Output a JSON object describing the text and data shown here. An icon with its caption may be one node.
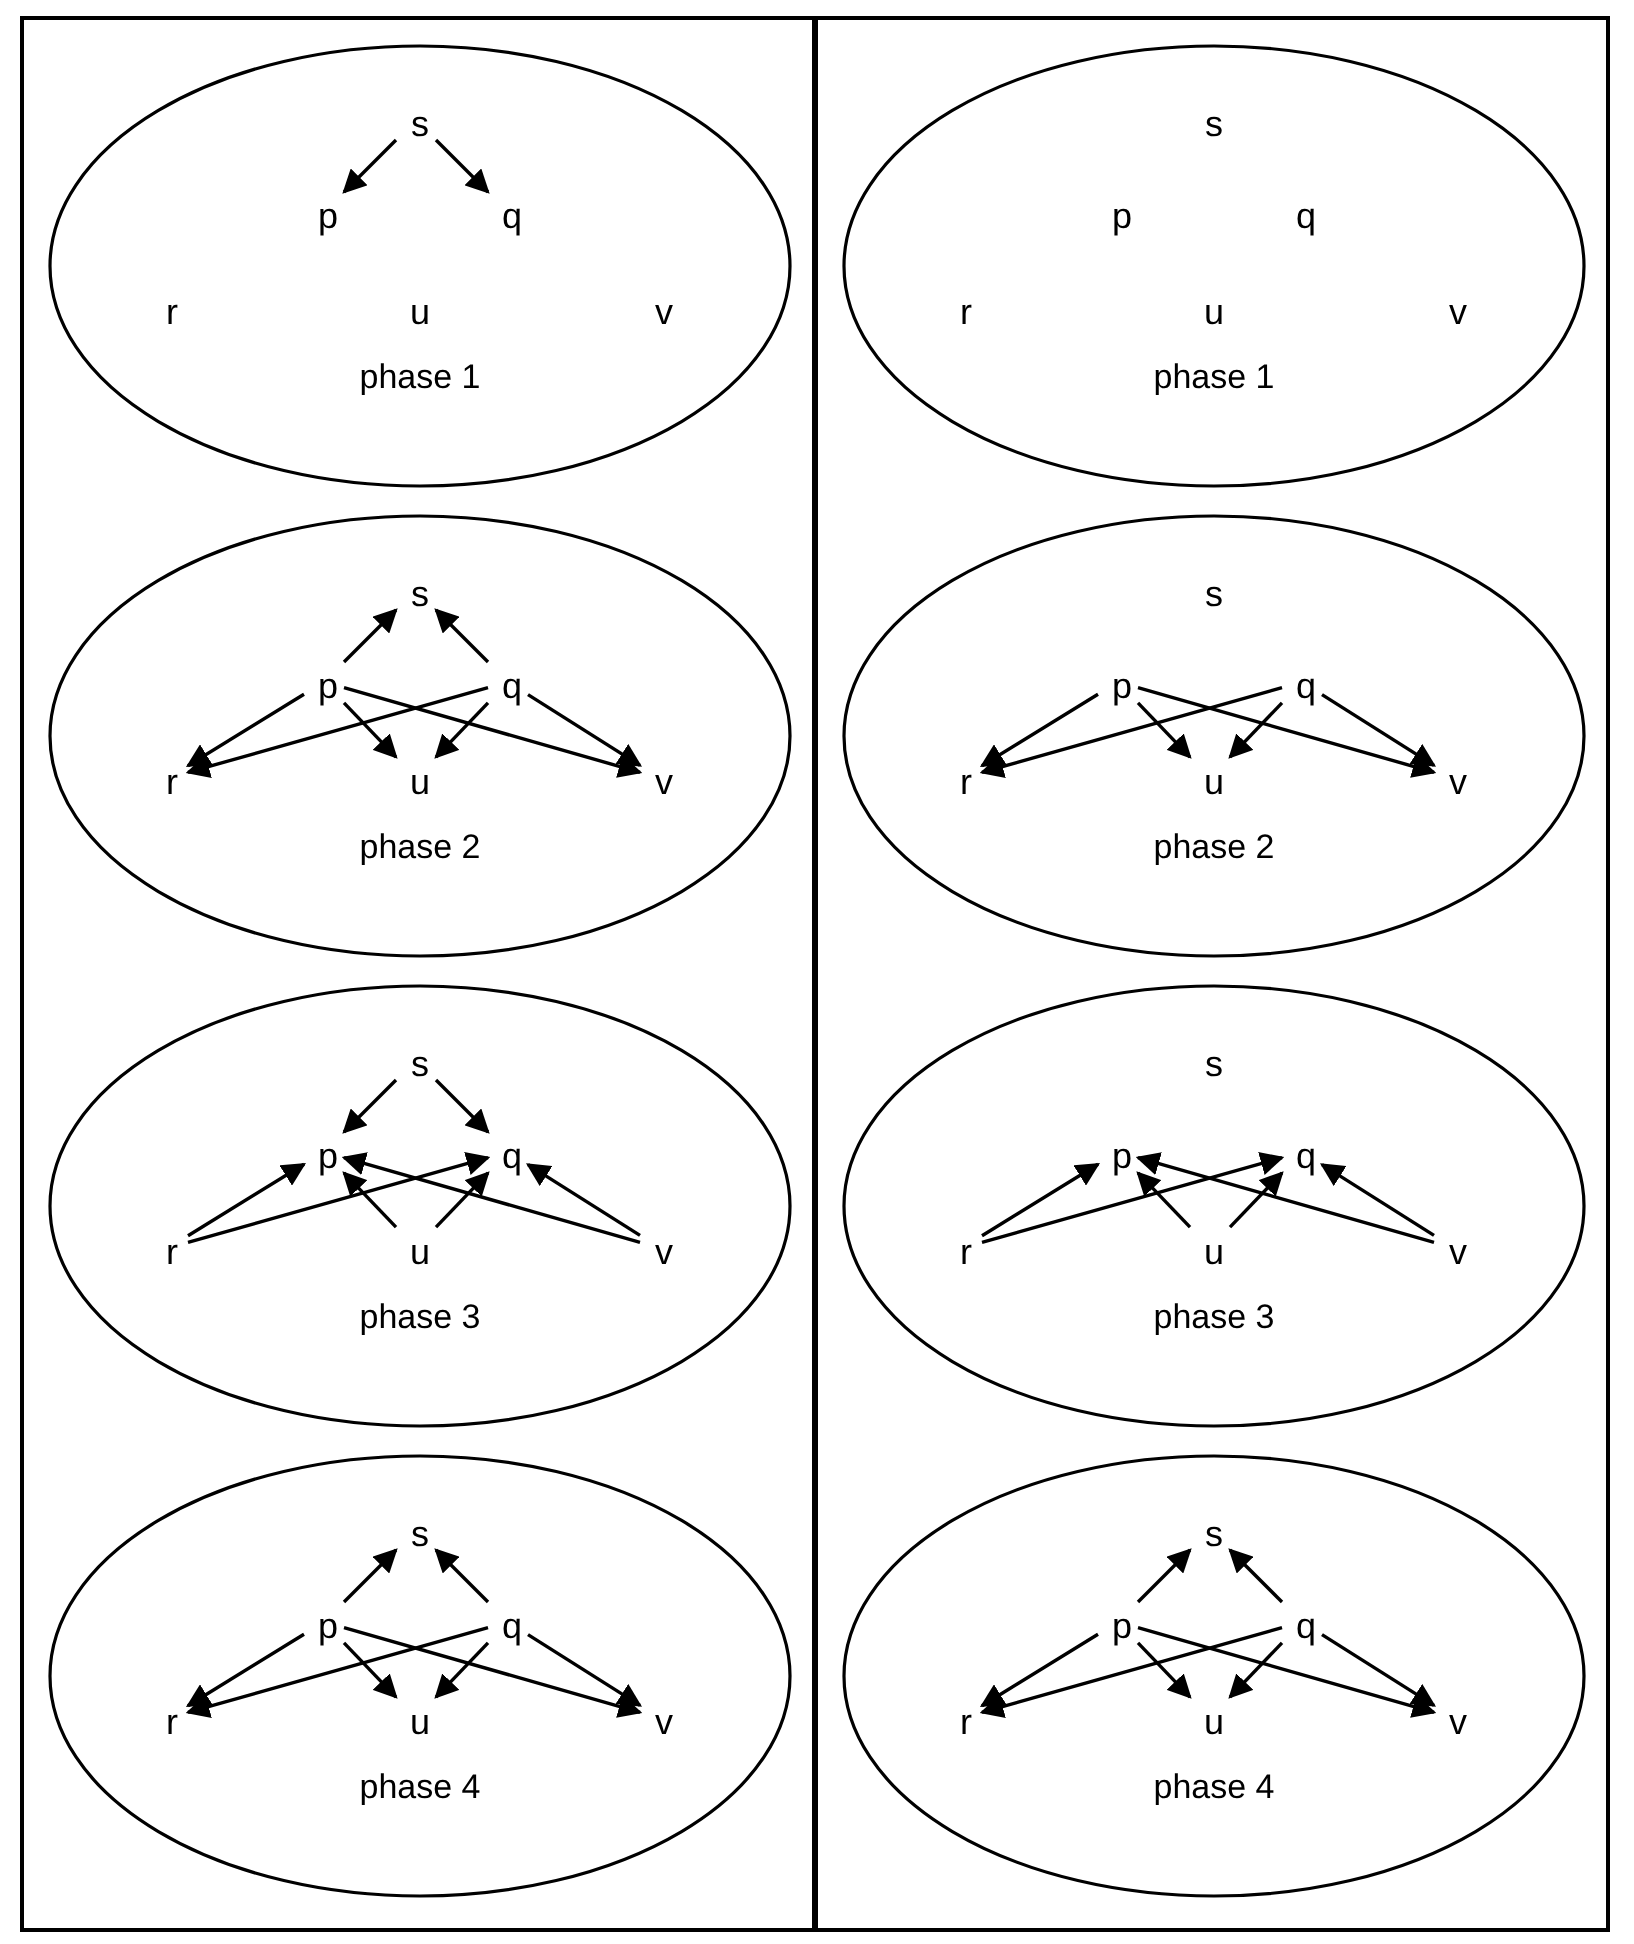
{
  "diagram": {
    "nodes": [
      {
        "text": [],
        "shape": "box"
      },
      {
        "text": [
          "phase 1"
        ],
        "in": 0
      },
      {
        "text": [
          "s"
        ],
        "in": 1
      },
      {
        "text": [
          "p"
        ],
        "in": 1
      },
      {
        "text": [
          "q"
        ],
        "in": 1
      },
      {
        "text": [
          "r"
        ],
        "in": 1
      },
      {
        "text": [
          "u"
        ],
        "in": 1
      },
      {
        "text": [
          "v"
        ],
        "in": 1
      },
      {
        "text": [
          "phase 2"
        ],
        "in": 0
      },
      {
        "text": [
          "s"
        ],
        "in": 8
      },
      {
        "text": [
          "p"
        ],
        "in": 8
      },
      {
        "text": [
          "q"
        ],
        "in": 8
      },
      {
        "text": [
          "r"
        ],
        "in": 8
      },
      {
        "text": [
          "u"
        ],
        "in": 8
      },
      {
        "text": [
          "v"
        ],
        "in": 8
      },
      {
        "text": [
          "phase 3"
        ],
        "in": 0
      },
      {
        "text": [
          "s"
        ],
        "in": 15
      },
      {
        "text": [
          "p"
        ],
        "in": 15
      },
      {
        "text": [
          "q"
        ],
        "in": 15
      },
      {
        "text": [
          "r"
        ],
        "in": 15
      },
      {
        "text": [
          "u"
        ],
        "in": 15
      },
      {
        "text": [
          "v"
        ],
        "in": 15
      },
      {
        "text": [
          "phase 4"
        ],
        "in": 0
      },
      {
        "text": [
          "s"
        ],
        "in": 22
      },
      {
        "text": [
          "p"
        ],
        "in": 22
      },
      {
        "text": [
          "q"
        ],
        "in": 22
      },
      {
        "text": [
          "r"
        ],
        "in": 22
      },
      {
        "text": [
          "u"
        ],
        "in": 22
      },
      {
        "text": [
          "v"
        ],
        "in": 22
      },
      {
        "text": [],
        "shape": "box"
      },
      {
        "text": [
          "phase 1"
        ],
        "in": 29
      },
      {
        "text": [
          "s"
        ],
        "in": 30
      },
      {
        "text": [
          "p"
        ],
        "in": 30
      },
      {
        "text": [
          "q"
        ],
        "in": 30
      },
      {
        "text": [
          "r"
        ],
        "in": 30
      },
      {
        "text": [
          "u"
        ],
        "in": 30
      },
      {
        "text": [
          "v"
        ],
        "in": 30
      },
      {
        "text": [
          "phase 2"
        ],
        "in": 29
      },
      {
        "text": [
          "s"
        ],
        "in": 37
      },
      {
        "text": [
          "p"
        ],
        "in": 37
      },
      {
        "text": [
          "q"
        ],
        "in": 37
      },
      {
        "text": [
          "r"
        ],
        "in": 37
      },
      {
        "text": [
          "u"
        ],
        "in": 37
      },
      {
        "text": [
          "v"
        ],
        "in": 37
      },
      {
        "text": [
          "phase 3"
        ],
        "in": 29
      },
      {
        "text": [
          "s"
        ],
        "in": 44
      },
      {
        "text": [
          "p"
        ],
        "in": 44
      },
      {
        "text": [
          "q"
        ],
        "in": 44
      },
      {
        "text": [
          "r"
        ],
        "in": 44
      },
      {
        "text": [
          "u"
        ],
        "in": 44
      },
      {
        "text": [
          "v"
        ],
        "in": 44
      },
      {
        "text": [
          "phase 4"
        ],
        "in": 29
      },
      {
        "text": [
          "s"
        ],
        "in": 51
      },
      {
        "text": [
          "p"
        ],
        "in": 51
      },
      {
        "text": [
          "q"
        ],
        "in": 51
      },
      {
        "text": [
          "r"
        ],
        "in": 51
      },
      {
        "text": [
          "u"
        ],
        "in": 51
      },
      {
        "text": [
          "v"
        ],
        "in": 51
      }
    ],
    "edges": [
      {
        "from": 2,
        "to": 3,
        "arrow": "to"
      },
      {
        "from": 2,
        "to": 4,
        "arrow": "to"
      },
      {
        "from": 10,
        "to": 9,
        "arrow": "to"
      },
      {
        "from": 11,
        "to": 9,
        "arrow": "to"
      },
      {
        "from": 10,
        "to": 12,
        "arrow": "to"
      },
      {
        "from": 10,
        "to": 13,
        "arrow": "to"
      },
      {
        "from": 10,
        "to": 14,
        "arrow": "to"
      },
      {
        "from": 11,
        "to": 12,
        "arrow": "to"
      },
      {
        "from": 11,
        "to": 13,
        "arrow": "to"
      },
      {
        "from": 11,
        "to": 14,
        "arrow": "to"
      },
      {
        "from": 16,
        "to": 17,
        "arrow": "to"
      },
      {
        "from": 16,
        "to": 18,
        "arrow": "to"
      },
      {
        "from": 19,
        "to": 17,
        "arrow": "to"
      },
      {
        "from": 19,
        "to": 18,
        "arrow": "to"
      },
      {
        "from": 20,
        "to": 17,
        "arrow": "to"
      },
      {
        "from": 20,
        "to": 18,
        "arrow": "to"
      },
      {
        "from": 21,
        "to": 17,
        "arrow": "to"
      },
      {
        "from": 21,
        "to": 18,
        "arrow": "to"
      },
      {
        "from": 24,
        "to": 23,
        "arrow": "to"
      },
      {
        "from": 25,
        "to": 23,
        "arrow": "to"
      },
      {
        "from": 24,
        "to": 26,
        "arrow": "to"
      },
      {
        "from": 24,
        "to": 27,
        "arrow": "to"
      },
      {
        "from": 24,
        "to": 28,
        "arrow": "to"
      },
      {
        "from": 25,
        "to": 26,
        "arrow": "to"
      },
      {
        "from": 25,
        "to": 27,
        "arrow": "to"
      },
      {
        "from": 25,
        "to": 28,
        "arrow": "to"
      },
      {
        "from": 39,
        "to": 41,
        "arrow": "to"
      },
      {
        "from": 39,
        "to": 42,
        "arrow": "to"
      },
      {
        "from": 39,
        "to": 43,
        "arrow": "to"
      },
      {
        "from": 40,
        "to": 41,
        "arrow": "to"
      },
      {
        "from": 40,
        "to": 42,
        "arrow": "to"
      },
      {
        "from": 40,
        "to": 43,
        "arrow": "to"
      },
      {
        "from": 48,
        "to": 46,
        "arrow": "to"
      },
      {
        "from": 48,
        "to": 47,
        "arrow": "to"
      },
      {
        "from": 49,
        "to": 46,
        "arrow": "to"
      },
      {
        "from": 49,
        "to": 47,
        "arrow": "to"
      },
      {
        "from": 50,
        "to": 46,
        "arrow": "to"
      },
      {
        "from": 50,
        "to": 47,
        "arrow": "to"
      },
      {
        "from": 53,
        "to": 52,
        "arrow": "to"
      },
      {
        "from": 54,
        "to": 52,
        "arrow": "to"
      },
      {
        "from": 53,
        "to": 55,
        "arrow": "to"
      },
      {
        "from": 53,
        "to": 56,
        "arrow": "to"
      },
      {
        "from": 53,
        "to": 57,
        "arrow": "to"
      },
      {
        "from": 54,
        "to": 55,
        "arrow": "to"
      },
      {
        "from": 54,
        "to": 56,
        "arrow": "to"
      },
      {
        "from": 54,
        "to": 57,
        "arrow": "to"
      }
    ]
  }
}
